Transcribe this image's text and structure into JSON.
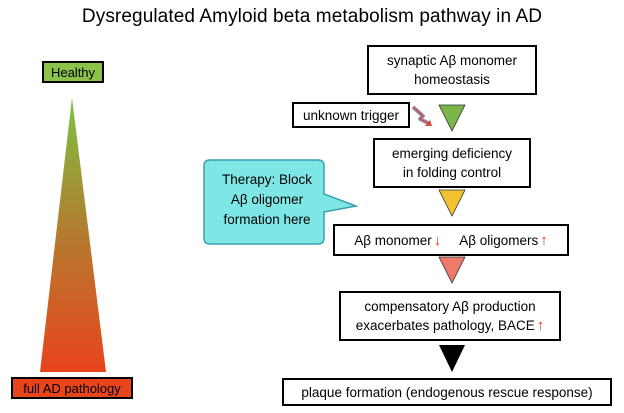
{
  "title": "Dysregulated Amyloid beta metabolism pathway in AD",
  "gradient": {
    "top_label": "Healthy",
    "bottom_label": "full AD pathology",
    "top_color": "#8bc34a",
    "bottom_color": "#e8451c"
  },
  "trigger": {
    "label": "unknown trigger"
  },
  "callout": {
    "line1": "Therapy: Block",
    "line2": "Aβ oligomer",
    "line3": "formation here",
    "color": "#7fe6e6"
  },
  "steps": [
    {
      "line1": "synaptic Aβ monomer",
      "line2": "homeostasis"
    },
    {
      "line1": "emerging deficiency",
      "line2": "in folding control"
    },
    {
      "monomer": "Aβ monomer",
      "oligomers": "Aβ oligomers"
    },
    {
      "line1": "compensatory Aβ production",
      "line2": "exacerbates pathology, BACE"
    },
    {
      "line1": "plaque formation (endogenous rescue response)"
    }
  ],
  "arrow_colors": [
    "#7ab648",
    "#f2c230",
    "#ee7b6a",
    "#000000"
  ],
  "icons": {
    "up": "arrow-up-icon",
    "down": "arrow-down-icon",
    "lightning": "lightning-icon"
  }
}
